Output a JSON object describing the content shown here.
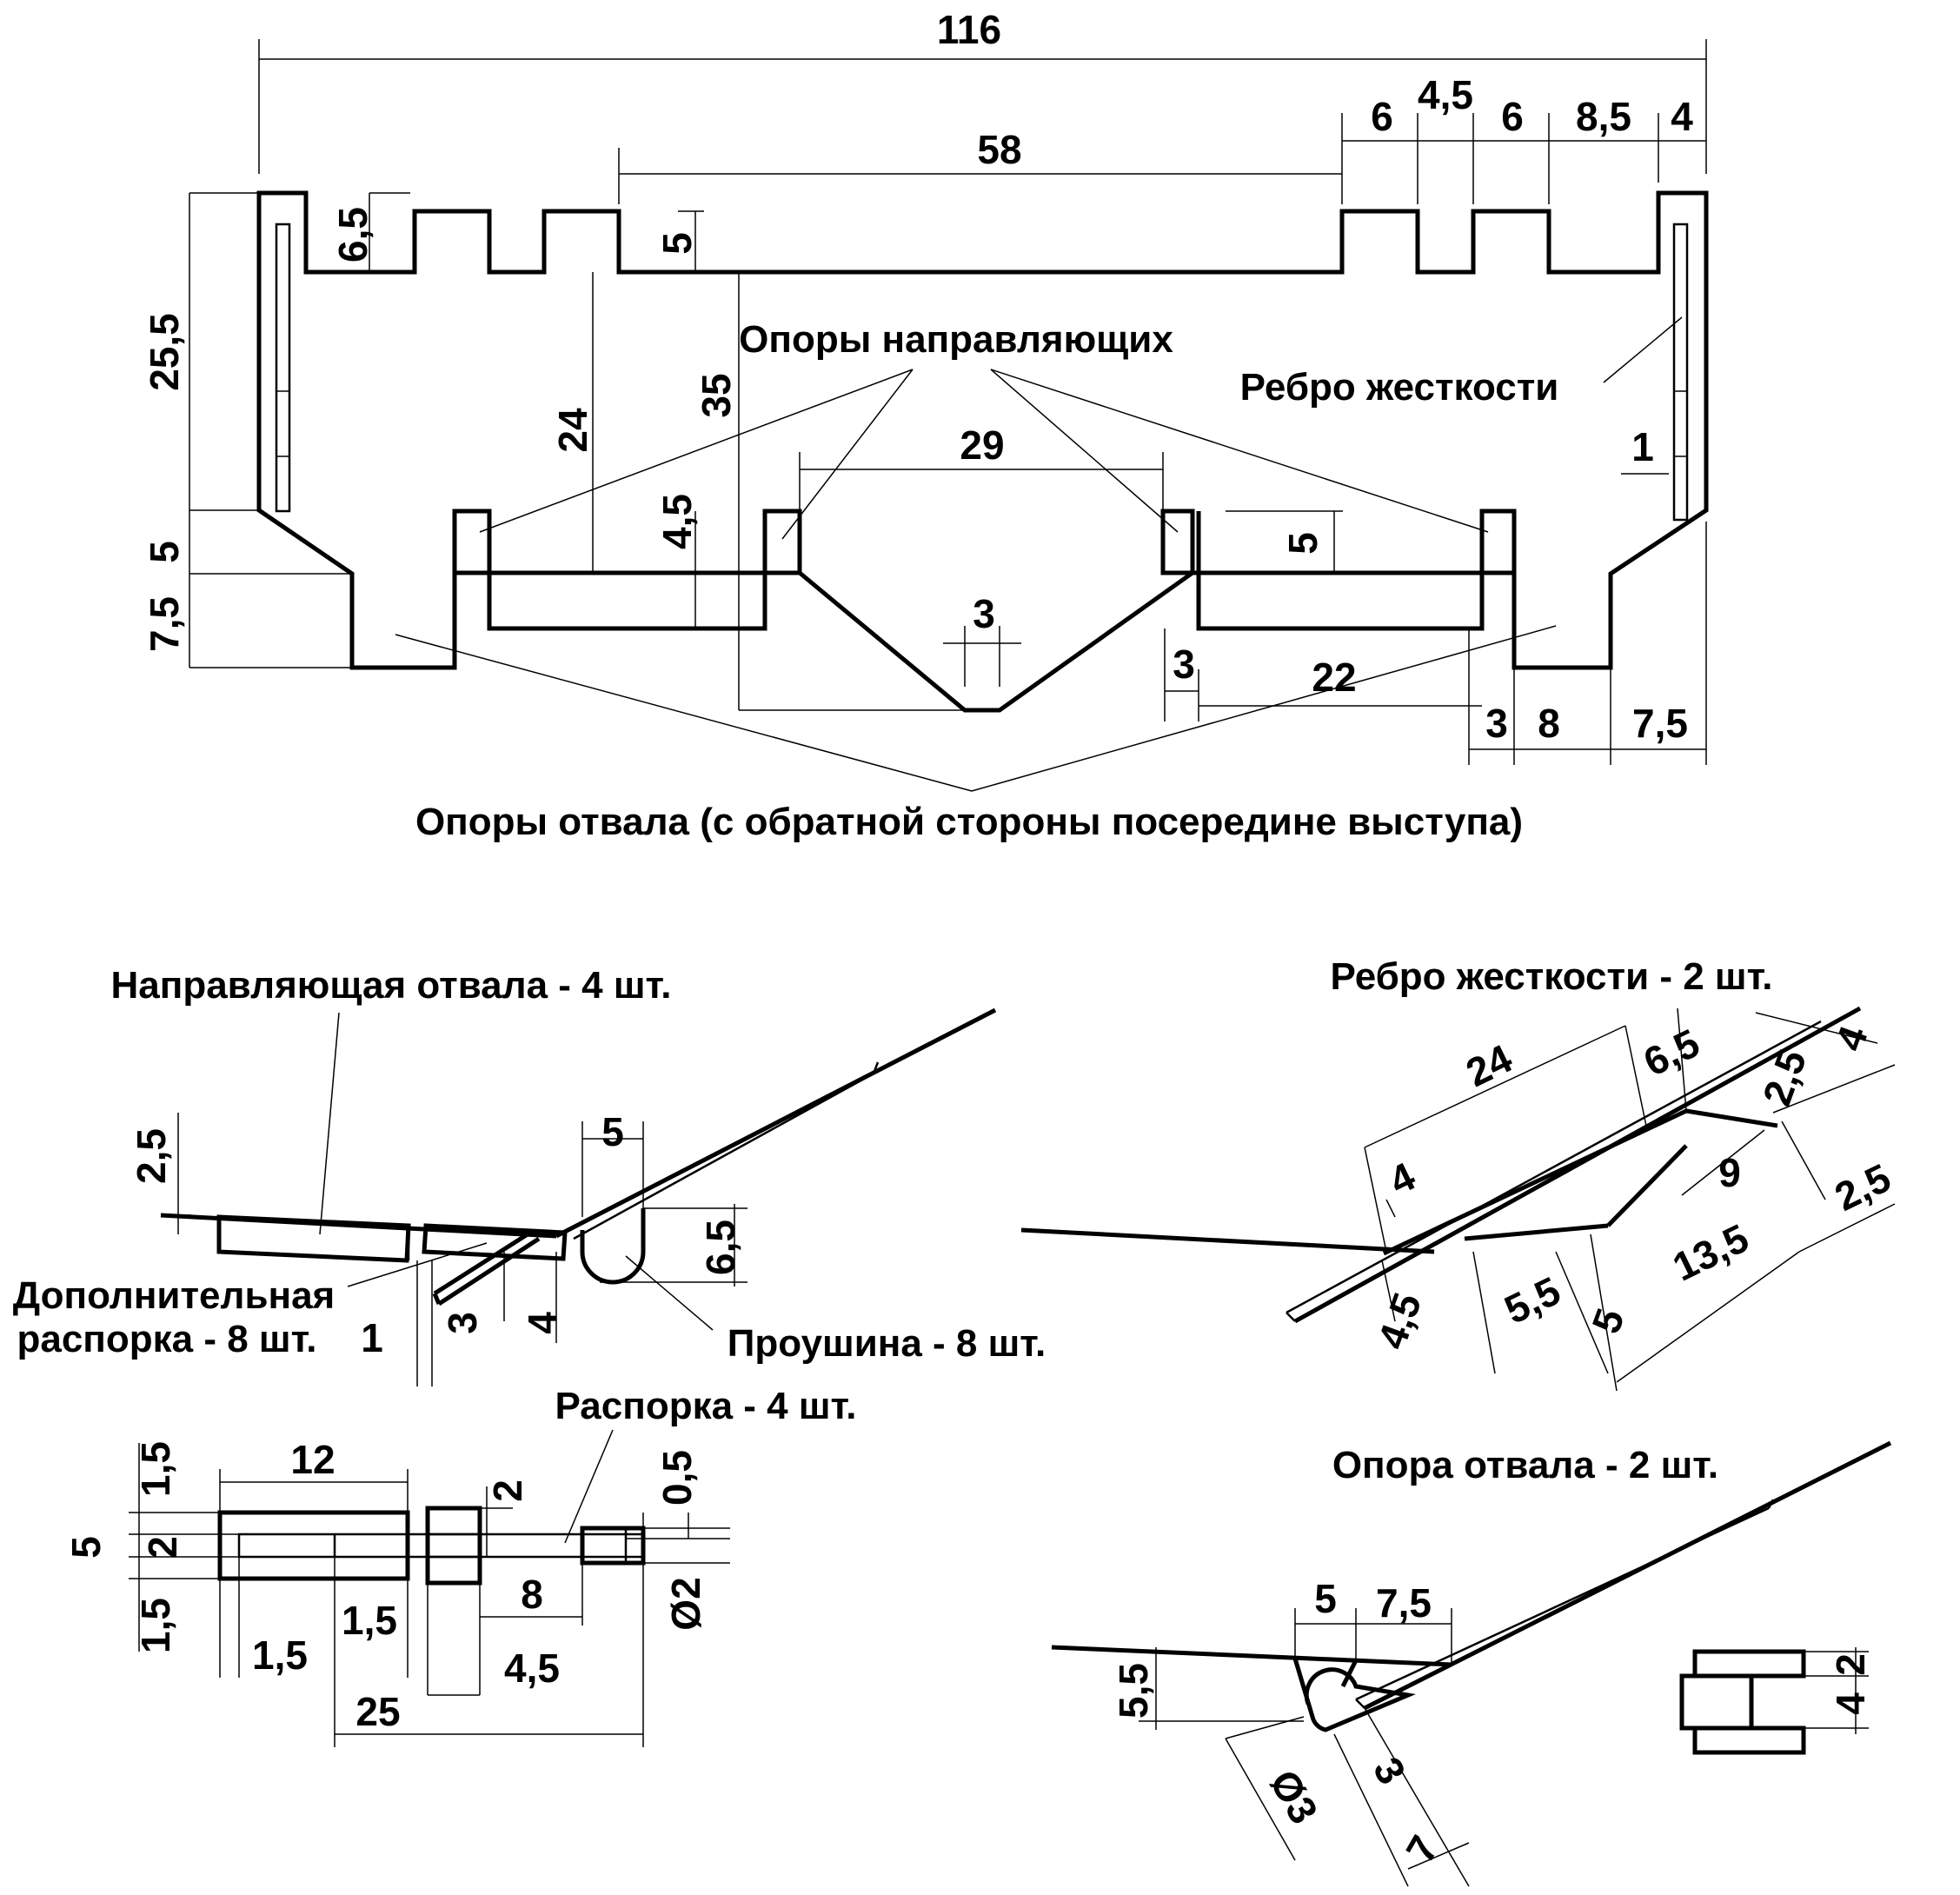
{
  "main_view": {
    "dims": {
      "d116": "116",
      "d58": "58",
      "d6a": "6",
      "d45top": "4,5",
      "d6b": "6",
      "d85": "8,5",
      "d4": "4",
      "d65": "6,5",
      "d5a": "5",
      "d255": "25,5",
      "d24": "24",
      "d35": "35",
      "d29": "29",
      "d45": "4,5",
      "d5b": "5",
      "d1": "1",
      "d5c": "5",
      "d75a": "7,5",
      "d3a": "3",
      "d3b": "3",
      "d22": "22",
      "d3c": "3",
      "d8": "8",
      "d75b": "7,5"
    },
    "labels": {
      "guide_supports": "Опоры направляющих",
      "stiffener": "Ребро жесткости",
      "blade_supports": "Опоры отвала (с обратной стороны посередине выступа)"
    }
  },
  "guide_detail": {
    "title": "Направляющая отвала - 4 шт.",
    "extra_spacer": "Дополнительная",
    "extra_spacer2": "распорка - 8 шт.",
    "lug": "Проушина - 8 шт.",
    "dims": {
      "d25": "2,5",
      "d5": "5",
      "d65": "6,5",
      "d1": "1",
      "d3": "3",
      "d4": "4"
    }
  },
  "spacer_detail": {
    "title": "Распорка - 4 шт.",
    "dims": {
      "d12": "12",
      "d15a": "1,5",
      "d5": "5",
      "d2a": "2",
      "d15b": "1,5",
      "d2b": "2",
      "d05": "0,5",
      "d8": "8",
      "d15c": "1,5",
      "d15d": "1,5",
      "d45": "4,5",
      "d25": "25",
      "dphi2": "Ø2"
    }
  },
  "stiffener_detail": {
    "title": "Ребро жесткости - 2 шт.",
    "dims": {
      "d24": "24",
      "d65": "6,5",
      "d25a": "2,5",
      "d4a": "4",
      "d4b": "4",
      "d9": "9",
      "d25b": "2,5",
      "d45": "4,5",
      "d55": "5,5",
      "d5": "5",
      "d135": "13,5"
    }
  },
  "blade_support_detail": {
    "title": "Опора отвала - 2 шт.",
    "dims": {
      "d5": "5",
      "d75": "7,5",
      "d55": "5,5",
      "dphi3": "Ø3",
      "d3": "3",
      "d7": "7",
      "d2": "2",
      "d4": "4"
    }
  }
}
